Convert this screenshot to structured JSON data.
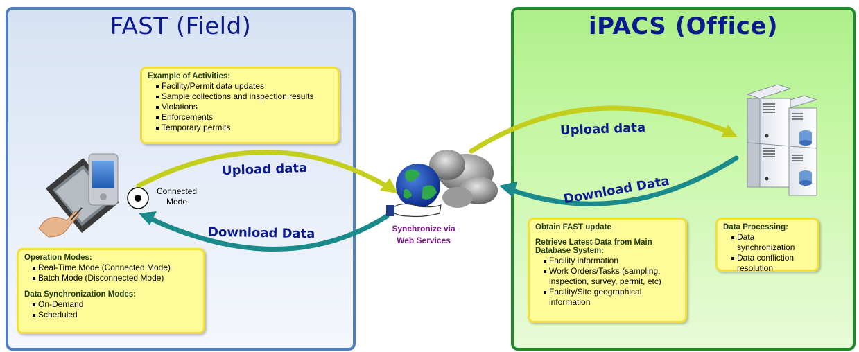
{
  "left_panel": {
    "title": "FAST (Field)",
    "activities": {
      "heading": "Example of Activities:",
      "items": [
        "Facility/Permit data updates",
        "Sample collections and inspection results",
        "Violations",
        "Enforcements",
        "Temporary permits"
      ]
    },
    "connected_mode": [
      "Connected",
      "Mode"
    ],
    "modes": {
      "heading1": "Operation Modes:",
      "items1": [
        "Real-Time Mode (Connected Mode)",
        "Batch Mode (Disconnected Mode)"
      ],
      "heading2": "Data Synchronization Modes:",
      "items2": [
        "On-Demand",
        "Scheduled"
      ]
    }
  },
  "right_panel": {
    "title": "iPACS (Office)",
    "fast_update": {
      "heading1": "Obtain FAST update",
      "heading2": "Retrieve Latest Data from Main Database System:",
      "items": [
        "Facility information",
        "Work Orders/Tasks (sampling, inspection, survey, permit, etc)",
        "Facility/Site geographical information"
      ]
    },
    "processing": {
      "heading": "Data Processing:",
      "items": [
        "Data synchronization",
        "Data confliction resolution"
      ]
    }
  },
  "arrows": {
    "upload_left": "Upload data",
    "download_left": "Download Data",
    "upload_right": "Upload data",
    "download_right": "Download Data"
  },
  "sync": [
    "Synchronize via",
    "Web Services"
  ],
  "colors": {
    "left_border": "#4f7fbf",
    "right_border": "#1f8a2a",
    "title": "#0b1a8c",
    "note_fill": "#fffb98",
    "note_border": "#f2df3a",
    "upload_arrow": "#c3cf1c",
    "download_arrow": "#1a8a8a",
    "sync_text": "#7a1a8c"
  }
}
